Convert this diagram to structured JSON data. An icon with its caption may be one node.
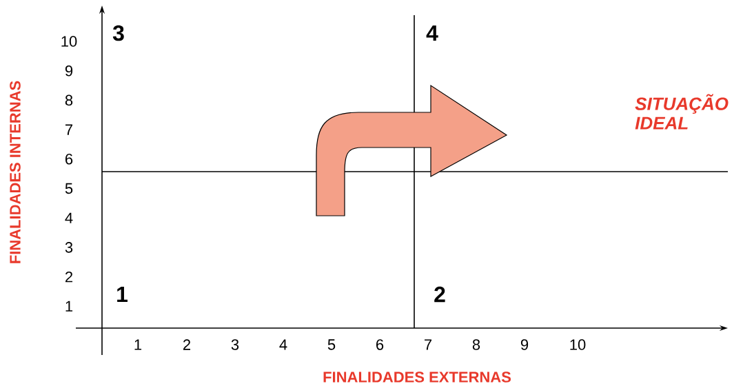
{
  "diagram": {
    "labels": [
      "FINALIDADES INTERNAS",
      "10",
      "9",
      "8",
      "7",
      "6",
      "5",
      "4",
      "3",
      "2",
      "1",
      "3",
      "4",
      "SITUAÇÃO IDEAL",
      "1",
      "2",
      "1",
      "2",
      "3",
      "4",
      "5",
      "6",
      "7",
      "8",
      "9",
      "10",
      "FINALIDADES EXTERNAS"
    ]
  }
}
